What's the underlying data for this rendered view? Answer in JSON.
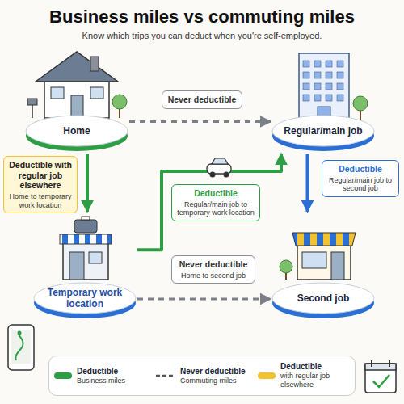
{
  "diagram": {
    "title": "Business miles vs commuting miles",
    "nodes": [
      {
        "text": [
          "Home"
        ]
      },
      {
        "text": [
          "Regular/main job"
        ]
      },
      {
        "text": [
          "Temporary work location"
        ]
      },
      {
        "text": [
          "Second job"
        ]
      }
    ],
    "edges": [
      {
        "from": 0,
        "to": 1,
        "arrow": "to",
        "label": "Never deductible"
      },
      {
        "from": 0,
        "to": 2,
        "arrow": "to",
        "label": "Deductible with regular job elsewhere"
      },
      {
        "from": 2,
        "to": 1,
        "arrow": "to",
        "label": "Deductible"
      },
      {
        "from": 1,
        "to": 3,
        "arrow": "to",
        "label": "Deductible"
      },
      {
        "from": 2,
        "to": 3,
        "arrow": "to",
        "label": "Never deductible"
      }
    ],
    "labels": [
      "Know which trips you can deduct when you're self-employed.",
      "Home to temporary work location",
      "Regular/main job to temporary work location",
      "Regular/main job to second job",
      "Home to second job",
      "Business miles",
      "Commuting miles",
      "with regular job elsewhere"
    ],
    "legend": [
      {
        "text": "Deductible",
        "color": "#2e9e44"
      },
      {
        "text": "Never deductible"
      },
      {
        "text": "Deductible",
        "color": "#f2c230"
      }
    ]
  }
}
